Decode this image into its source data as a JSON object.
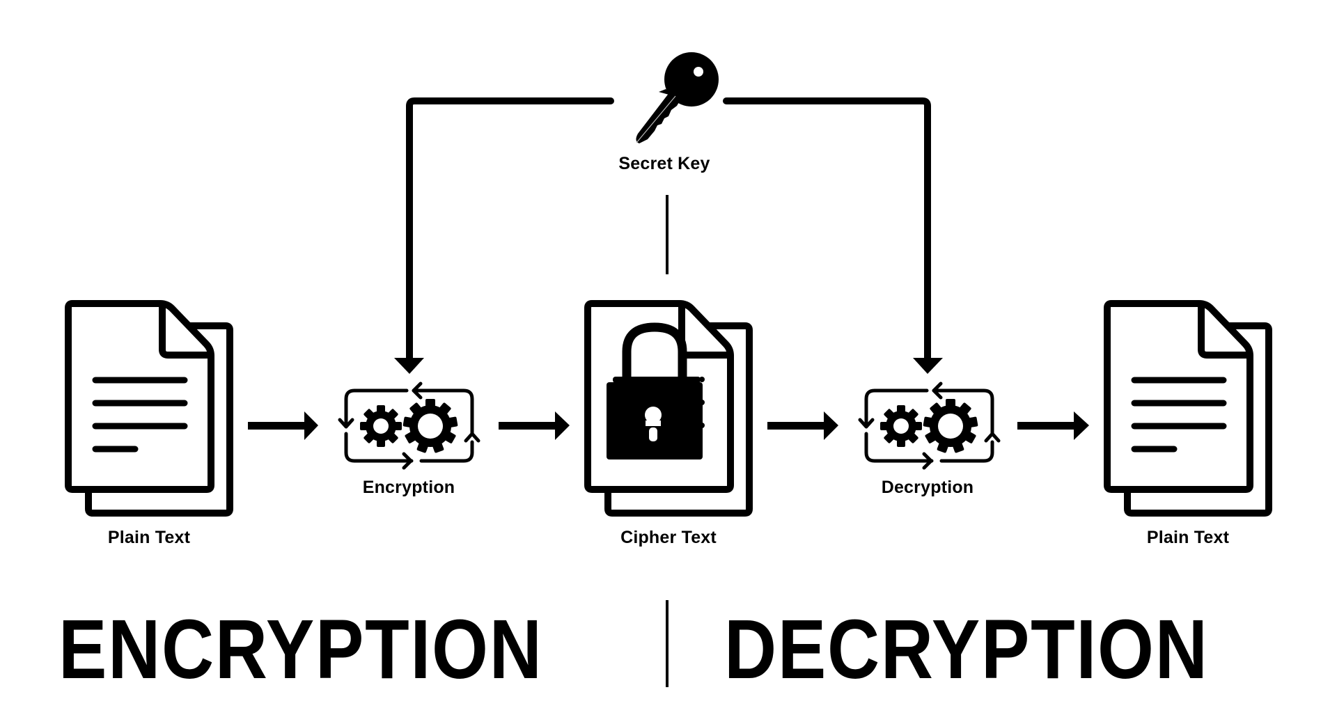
{
  "diagram": {
    "title_left": "ENCRYPTION",
    "title_right": "DECRYPTION",
    "nodes": [
      {
        "id": "plain-text-input",
        "label": "Plain Text",
        "icon": "document-icon"
      },
      {
        "id": "encryption",
        "label": "Encryption",
        "icon": "gears-cycle-icon"
      },
      {
        "id": "cipher-text",
        "label": "Cipher Text",
        "icon": "locked-document-icon"
      },
      {
        "id": "decryption",
        "label": "Decryption",
        "icon": "gears-cycle-icon"
      },
      {
        "id": "plain-text-output",
        "label": "Plain Text",
        "icon": "document-icon"
      }
    ],
    "key": {
      "label": "Secret Key",
      "icon": "key-icon"
    },
    "edges": [
      {
        "from": "plain-text-input",
        "to": "encryption"
      },
      {
        "from": "encryption",
        "to": "cipher-text"
      },
      {
        "from": "cipher-text",
        "to": "decryption"
      },
      {
        "from": "decryption",
        "to": "plain-text-output"
      },
      {
        "from": "secret-key",
        "to": "encryption"
      },
      {
        "from": "secret-key",
        "to": "decryption"
      }
    ],
    "colors": {
      "foreground": "#000000",
      "background": "#ffffff"
    }
  }
}
